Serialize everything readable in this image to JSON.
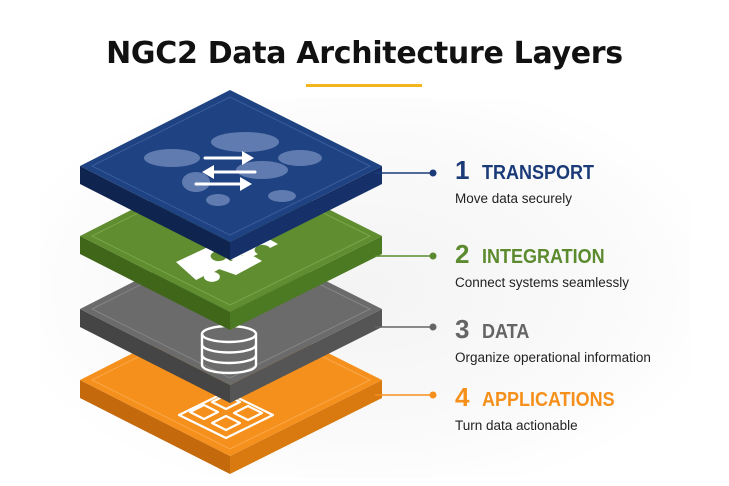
{
  "title": "NGC2 Data Architecture Layers",
  "colors": {
    "accent_underline": "#f2b51c",
    "transport": "#1b3a78",
    "integration": "#5c8a2e",
    "data": "#656565",
    "applications": "#f5901c"
  },
  "layers": [
    {
      "number": "1",
      "name": "TRANSPORT",
      "description": "Move data securely",
      "icon": "world-map-arrows-icon",
      "color": "#1b3a78"
    },
    {
      "number": "2",
      "name": "INTEGRATION",
      "description": "Connect systems seamlessly",
      "icon": "puzzle-pieces-icon",
      "color": "#5c8a2e"
    },
    {
      "number": "3",
      "name": "DATA",
      "description": "Organize operational information",
      "icon": "database-icon",
      "color": "#656565"
    },
    {
      "number": "4",
      "name": "APPLICATIONS",
      "description": "Turn data actionable",
      "icon": "app-grid-icon",
      "color": "#f5901c"
    }
  ]
}
